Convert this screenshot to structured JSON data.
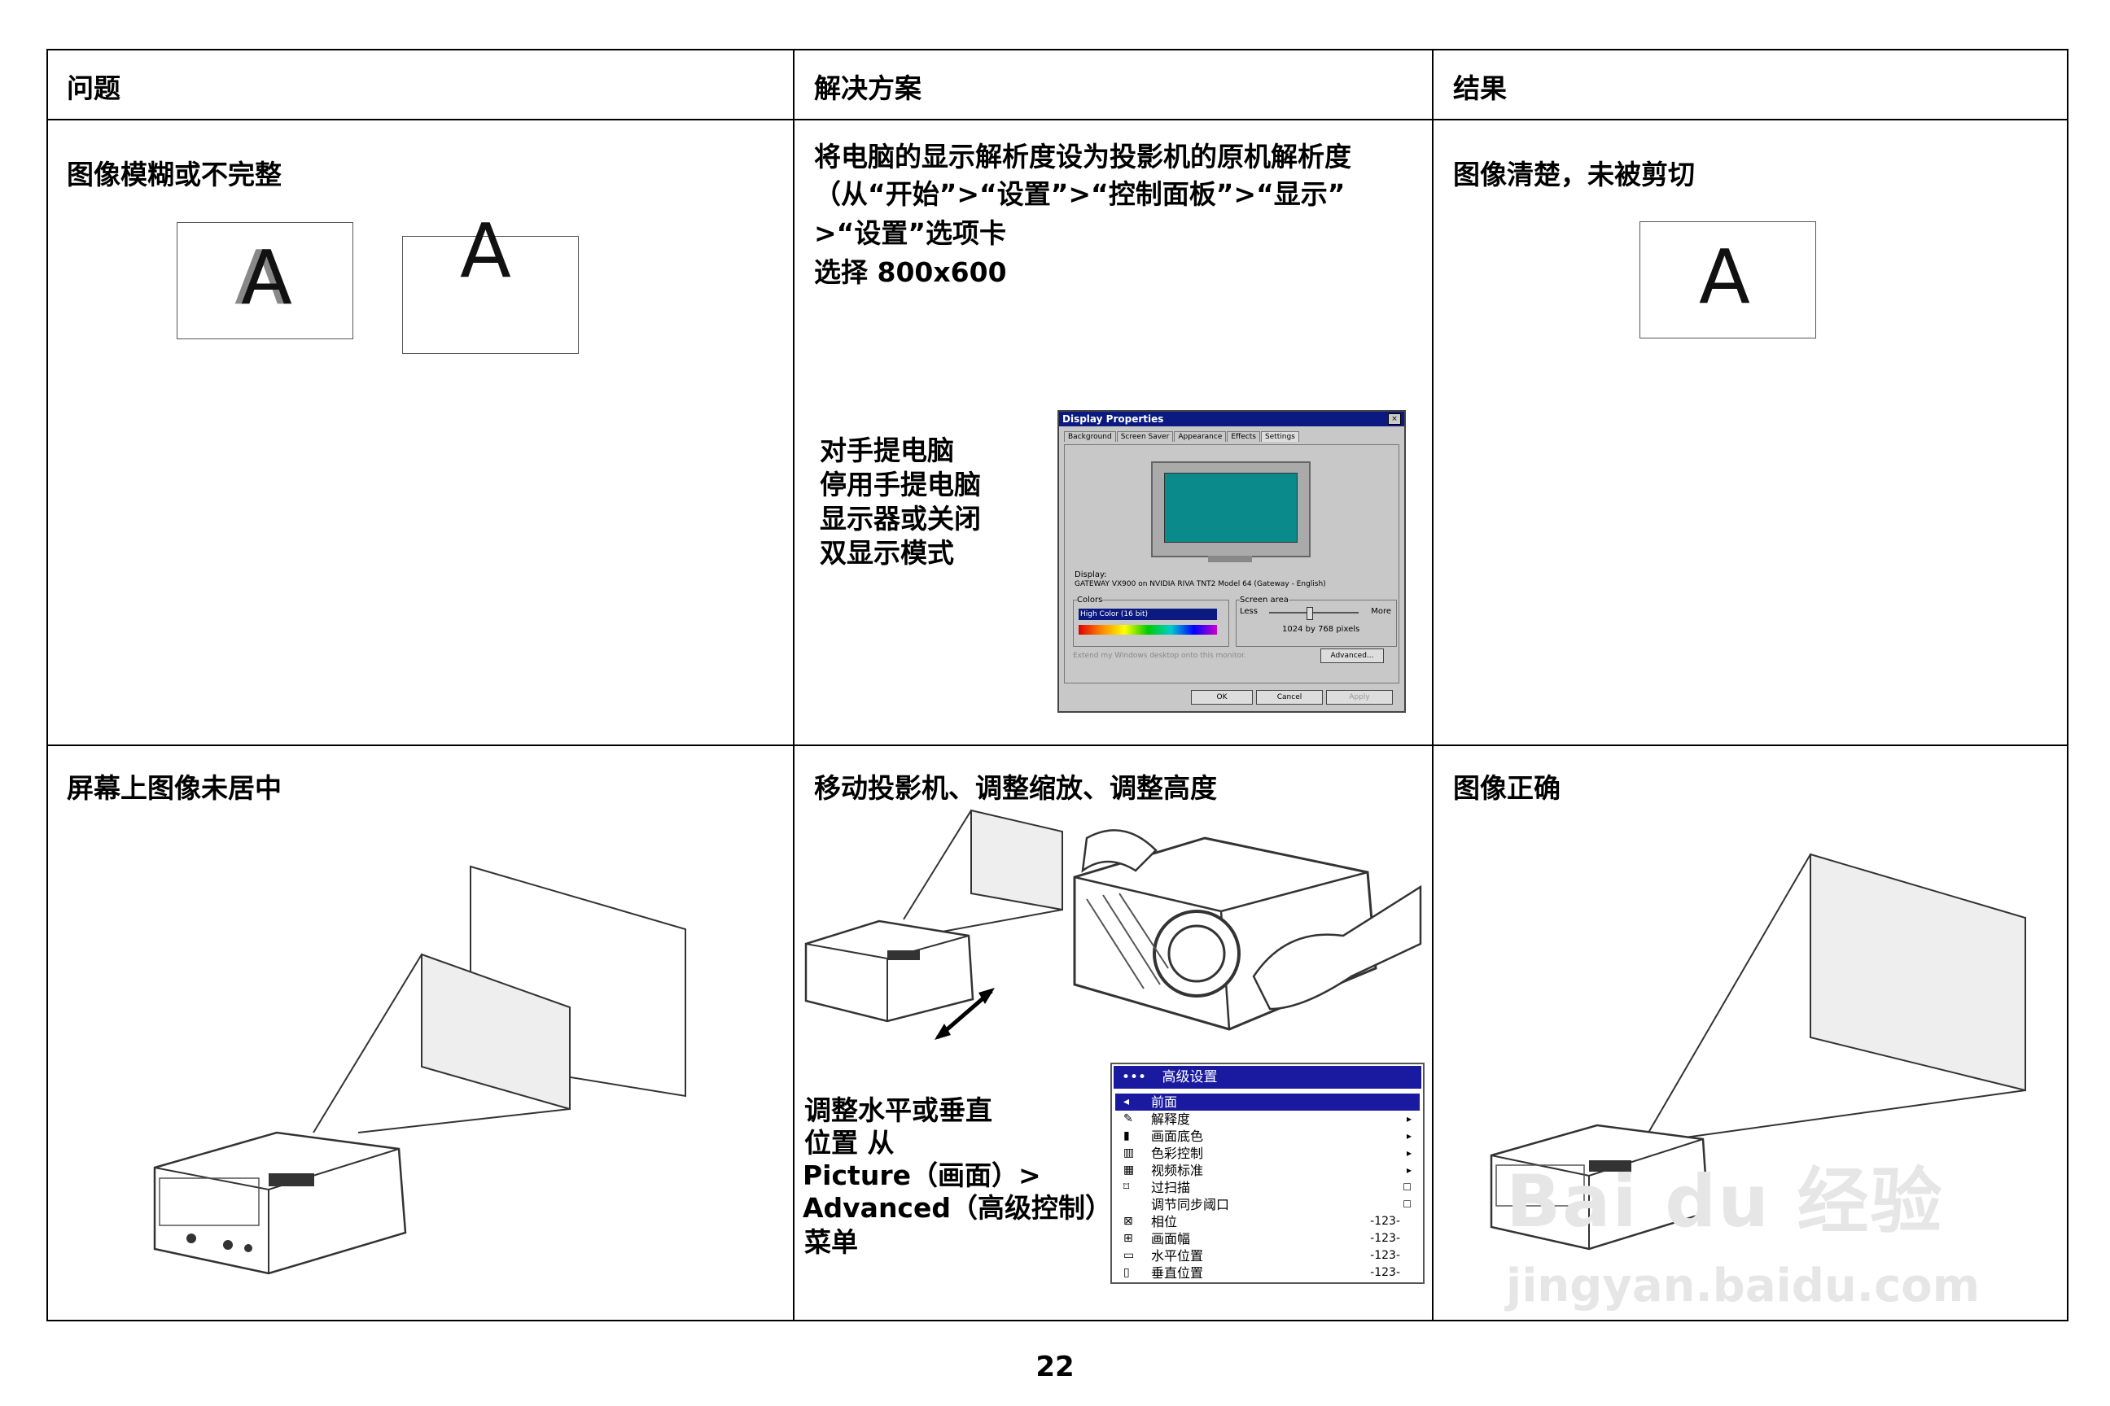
{
  "header": {
    "col1": "问题",
    "col2": "解决方案",
    "col3": "结果"
  },
  "row1": {
    "problem": "图像模糊或不完整",
    "solution_lines": [
      "将电脑的显示解析度设为投影机的原机解析度",
      "（从“开始”>“设置”>“控制面板”>“显示”",
      ">“设置”选项卡",
      "选择 800x600"
    ],
    "laptop_lines": [
      "对手提电脑",
      "停用手提电脑",
      "显示器或关闭",
      "双显示模式"
    ],
    "result": "图像清楚，未被剪切",
    "letter": "A"
  },
  "dialog": {
    "title": "Display Properties",
    "tabs": [
      "Background",
      "Screen Saver",
      "Appearance",
      "Effects",
      "Settings"
    ],
    "display_label": "Display:",
    "display_value": "GATEWAY VX900 on NVIDIA RIVA TNT2 Model 64 (Gateway - English)",
    "colors_label": "Colors",
    "colors_value": "High Color (16 bit)",
    "screen_area_label": "Screen area",
    "less": "Less",
    "more": "More",
    "resolution": "1024 by 768 pixels",
    "extend_text": "Extend my Windows desktop onto this monitor.",
    "advanced": "Advanced...",
    "ok": "OK",
    "cancel": "Cancel",
    "apply": "Apply"
  },
  "row2": {
    "problem": "屏幕上图像未居中",
    "solution": "移动投影机、调整缩放、调整高度",
    "adjust_lines": [
      "调整水平或垂直",
      "位置 从",
      "Picture（画面）>",
      "Advanced（高级控制）",
      "菜单"
    ],
    "result": "图像正确"
  },
  "menu": {
    "title": "高级设置",
    "dots": "•••",
    "rows": [
      {
        "label": "前面",
        "mark": "",
        "value": ""
      },
      {
        "label": "解释度",
        "mark": "▸",
        "value": ""
      },
      {
        "label": "画面底色",
        "mark": "▸",
        "value": ""
      },
      {
        "label": "色彩控制",
        "mark": "▸",
        "value": ""
      },
      {
        "label": "视频标准",
        "mark": "▸",
        "value": ""
      },
      {
        "label": "过扫描",
        "mark": "☐",
        "value": ""
      },
      {
        "label": "调节同步阈口",
        "mark": "☐",
        "value": ""
      },
      {
        "label": "相位",
        "mark": "",
        "value": "-123-"
      },
      {
        "label": "画面幅",
        "mark": "",
        "value": "-123-"
      },
      {
        "label": "水平位置",
        "mark": "",
        "value": "-123-"
      },
      {
        "label": "垂直位置",
        "mark": "",
        "value": "-123-"
      }
    ]
  },
  "watermark": {
    "line1": "Bai du 经验",
    "line2": "jingyan.baidu.com"
  },
  "page_number": "22"
}
